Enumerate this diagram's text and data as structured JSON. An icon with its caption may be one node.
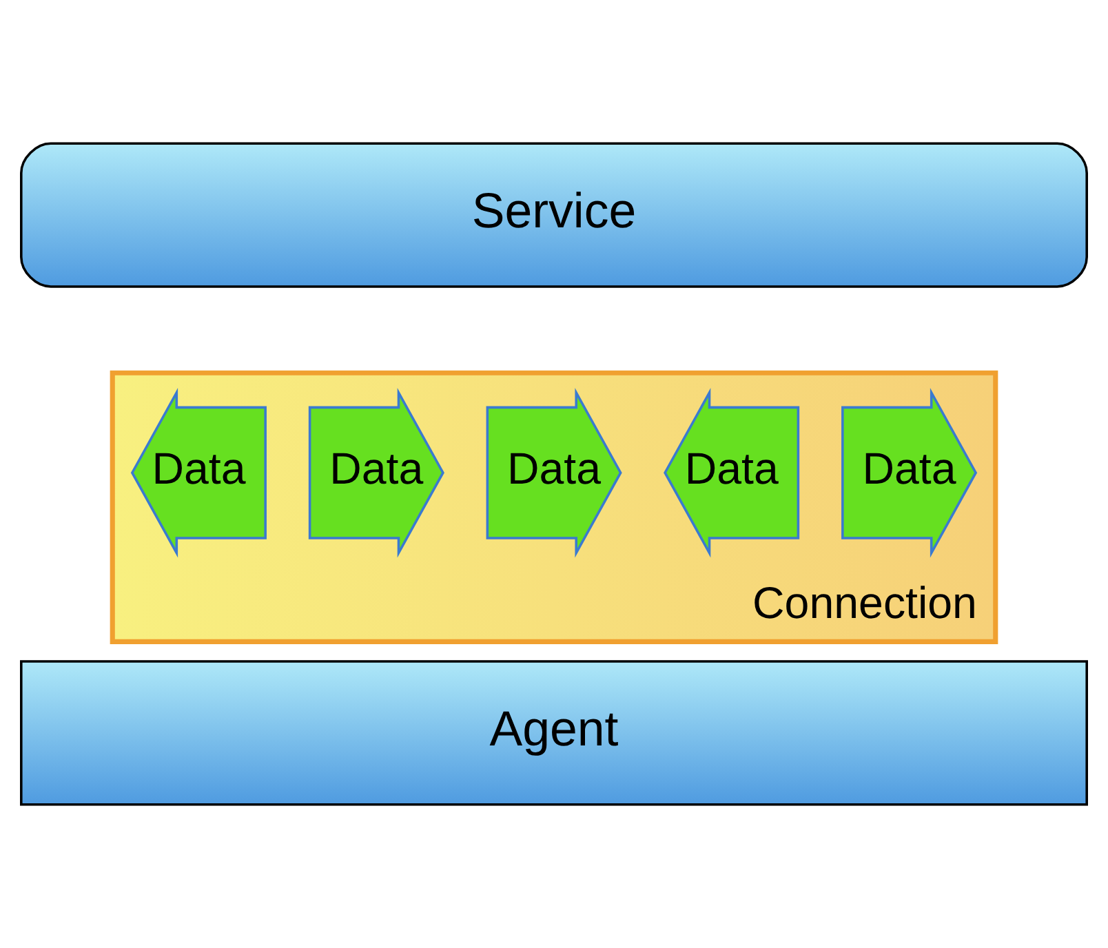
{
  "diagram": {
    "nodes": [
      {
        "text": [
          "Service"
        ]
      },
      {
        "text": [
          "Connection"
        ]
      },
      {
        "text": [
          "Data"
        ],
        "in": 1
      },
      {
        "text": [
          "Data"
        ],
        "in": 1
      },
      {
        "text": [
          "Data"
        ],
        "in": 1
      },
      {
        "text": [
          "Data"
        ],
        "in": 1
      },
      {
        "text": [
          "Data"
        ],
        "in": 1
      },
      {
        "text": [
          "Agent"
        ]
      }
    ],
    "edges": []
  }
}
